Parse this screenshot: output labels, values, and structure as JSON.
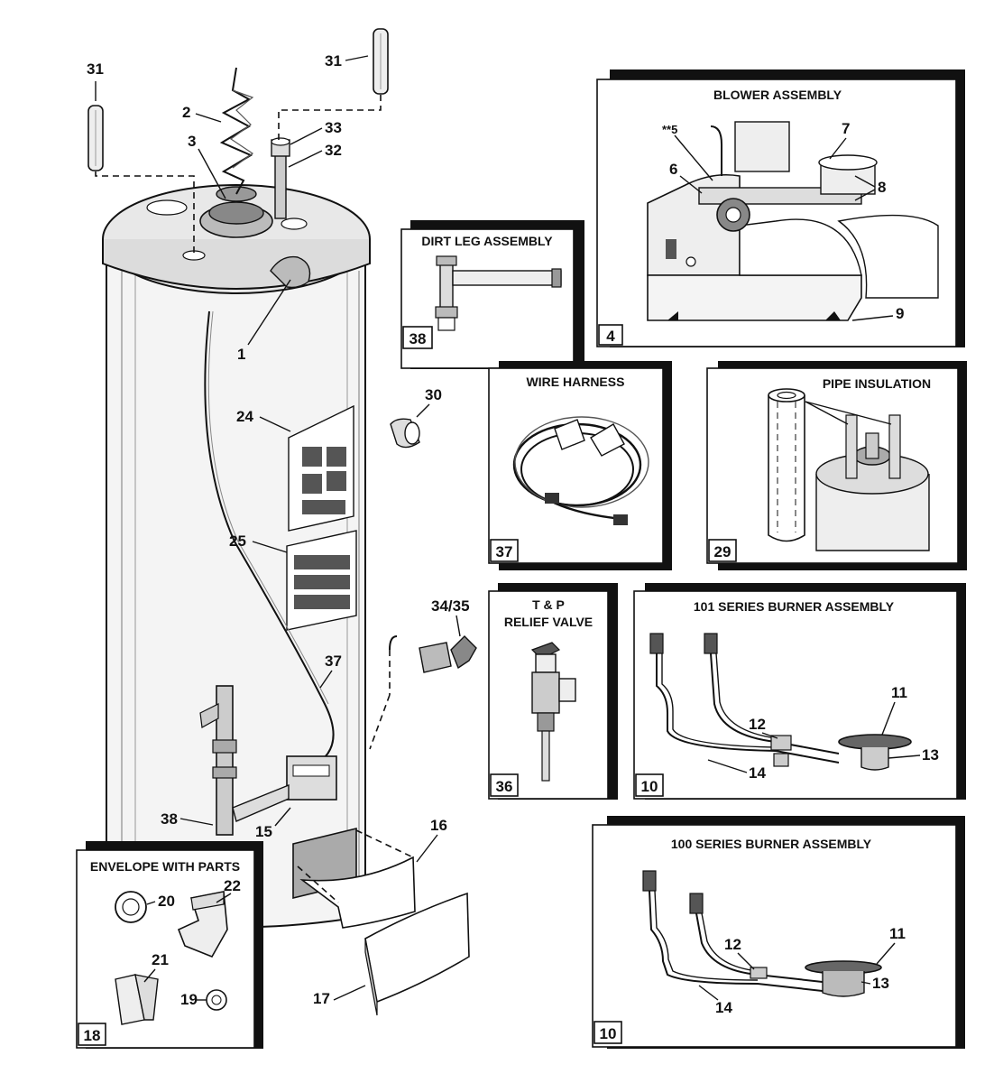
{
  "panels": {
    "blower": {
      "title": "BLOWER ASSEMBLY",
      "ref": "4"
    },
    "dirt_leg": {
      "title": "DIRT LEG ASSEMBLY",
      "ref": "38"
    },
    "wire_harness": {
      "title": "WIRE HARNESS",
      "ref": "37"
    },
    "pipe_insulation": {
      "title": "PIPE INSULATION",
      "ref": "29"
    },
    "relief_valve": {
      "title_line1": "T & P",
      "title_line2": "RELIEF VALVE",
      "ref": "36"
    },
    "burner_101": {
      "title": "101 SERIES BURNER ASSEMBLY",
      "ref": "10"
    },
    "burner_100": {
      "title": "100 SERIES BURNER ASSEMBLY",
      "ref": "10"
    },
    "envelope": {
      "title": "ENVELOPE WITH PARTS",
      "ref": "18"
    }
  },
  "callouts": {
    "heater": [
      "31",
      "31",
      "2",
      "3",
      "33",
      "32",
      "1",
      "24",
      "25",
      "30",
      "34/35",
      "37",
      "38",
      "15",
      "16",
      "17"
    ],
    "blower": [
      "**5",
      "7",
      "6",
      "8",
      "9"
    ],
    "burner_101": [
      "12",
      "11",
      "13",
      "14"
    ],
    "burner_100": [
      "12",
      "11",
      "13",
      "14"
    ],
    "envelope": [
      "22",
      "20",
      "21",
      "19"
    ]
  }
}
